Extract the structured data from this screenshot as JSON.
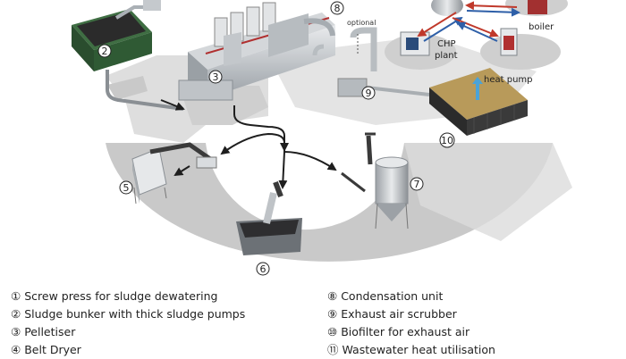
{
  "diagram": {
    "markers": {
      "m2": "2",
      "m3": "3",
      "m5": "5",
      "m6": "6",
      "m7": "7",
      "m8": "8",
      "m9": "9",
      "m10": "10"
    },
    "labels": {
      "optional": "optional",
      "chp": "CHP",
      "plant": "plant",
      "boiler": "boiler",
      "heat_pump": "heat pump"
    },
    "colors": {
      "platform": "#c9c9c9",
      "shadow": "#dedede",
      "supply_arrow": "#c0392b",
      "return_arrow": "#2e5fa8",
      "machine": "#b8bcc0",
      "container": "#2f5a34",
      "biofilter": "#b89a5a"
    }
  },
  "legend": {
    "left": [
      {
        "marker": "①",
        "text": "Screw press for sludge dewatering"
      },
      {
        "marker": "②",
        "text": "Sludge bunker with thick sludge pumps"
      },
      {
        "marker": "③",
        "text": "Pelletiser"
      },
      {
        "marker": "④",
        "text": "Belt Dryer"
      }
    ],
    "right": [
      {
        "marker": "⑧",
        "text": "Condensation unit"
      },
      {
        "marker": "⑨",
        "text": "Exhaust air scrubber"
      },
      {
        "marker": "⑩",
        "text": "Biofilter for exhaust air"
      },
      {
        "marker": "⑪",
        "text": "Wastewater heat utilisation"
      }
    ]
  }
}
